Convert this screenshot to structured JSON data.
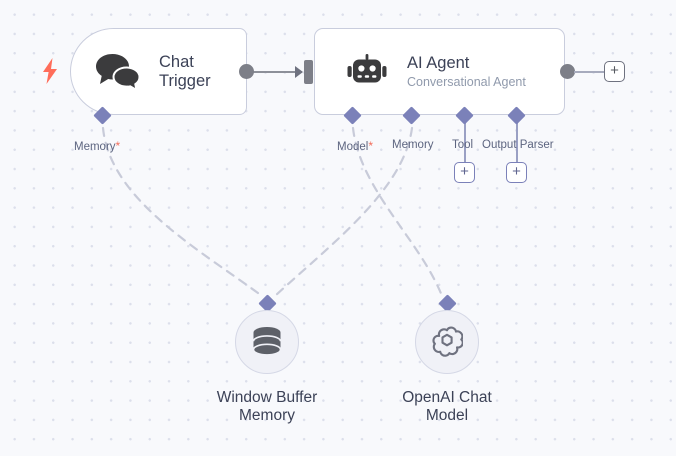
{
  "canvas": {
    "background_color": "#f8f9fc",
    "grid_dot_color": "#dcdfeb",
    "accent_purple": "#7b81b9",
    "connector_gray": "#7d7f88",
    "trigger_orange": "#ff6d5a"
  },
  "nodes": {
    "chat_trigger": {
      "title": "Chat\nTrigger",
      "icon": "chat-bubbles-icon",
      "trigger_icon": "lightning-bolt-icon",
      "ports": [
        {
          "label": "Memory",
          "required": true,
          "required_marker": "*"
        }
      ]
    },
    "ai_agent": {
      "title": "AI Agent",
      "subtitle": "Conversational Agent",
      "icon": "robot-icon",
      "ports": [
        {
          "label": "Model",
          "required": true,
          "required_marker": "*",
          "has_add": false
        },
        {
          "label": "Memory",
          "required": false,
          "required_marker": "",
          "has_add": false
        },
        {
          "label": "Tool",
          "required": false,
          "required_marker": "",
          "has_add": true
        },
        {
          "label": "Output Parser",
          "required": false,
          "required_marker": "",
          "has_add": true
        }
      ],
      "output_add_label": "+"
    },
    "window_buffer_memory": {
      "title": "Window Buffer\nMemory",
      "icon": "database-icon"
    },
    "openai_chat_model": {
      "title": "OpenAI Chat\nModel",
      "icon": "openai-logo-icon"
    }
  },
  "buttons": {
    "add_tool": "+",
    "add_output_parser": "+",
    "add_after_agent": "+"
  },
  "connections": [
    {
      "from": "chat-trigger-output",
      "to": "ai-agent-input",
      "style": "solid"
    },
    {
      "from": "chat-trigger-memory-port",
      "to": "window-buffer-memory",
      "style": "dashed"
    },
    {
      "from": "ai-agent-model-port",
      "to": "openai-chat-model",
      "style": "dashed"
    },
    {
      "from": "ai-agent-memory-port",
      "to": "window-buffer-memory",
      "style": "dashed"
    }
  ]
}
